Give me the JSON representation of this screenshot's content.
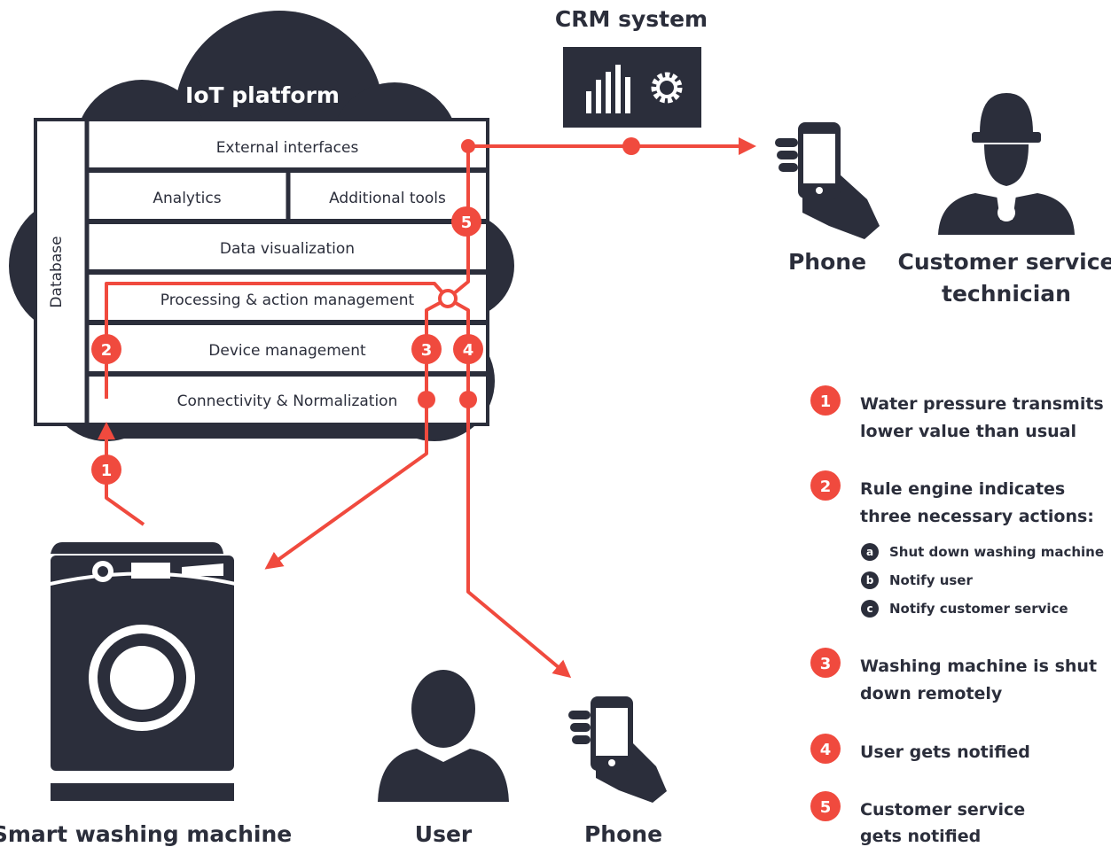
{
  "platform": {
    "title": "IoT platform",
    "database_label": "Database",
    "layers": {
      "external": "External interfaces",
      "analytics": "Analytics",
      "tools": "Additional tools",
      "visualization": "Data visualization",
      "processing": "Processing & action management",
      "device": "Device management",
      "connectivity": "Connectivity & Normalization"
    }
  },
  "crm": {
    "label": "CRM system"
  },
  "actors": {
    "phone_top": "Phone",
    "technician": "Customer service\ntechnician",
    "washing_machine": "Smart washing machine",
    "user": "User",
    "phone_bottom": "Phone"
  },
  "markers": [
    "1",
    "2",
    "3",
    "4",
    "5"
  ],
  "legend": {
    "items": [
      {
        "num": "1",
        "text": "Water pressure transmits\nlower value than usual"
      },
      {
        "num": "2",
        "text": "Rule engine indicates\nthree necessary actions:"
      },
      {
        "num": "3",
        "text": "Washing machine is shut\ndown remotely"
      },
      {
        "num": "4",
        "text": "User gets notified"
      },
      {
        "num": "5",
        "text": "Customer service\ngets notified"
      }
    ],
    "subitems": [
      {
        "letter": "a",
        "text": "Shut down washing machine"
      },
      {
        "letter": "b",
        "text": "Notify user"
      },
      {
        "letter": "c",
        "text": "Notify customer service"
      }
    ]
  },
  "colors": {
    "dark": "#2b2e3b",
    "accent": "#f04a3e",
    "white": "#ffffff"
  }
}
